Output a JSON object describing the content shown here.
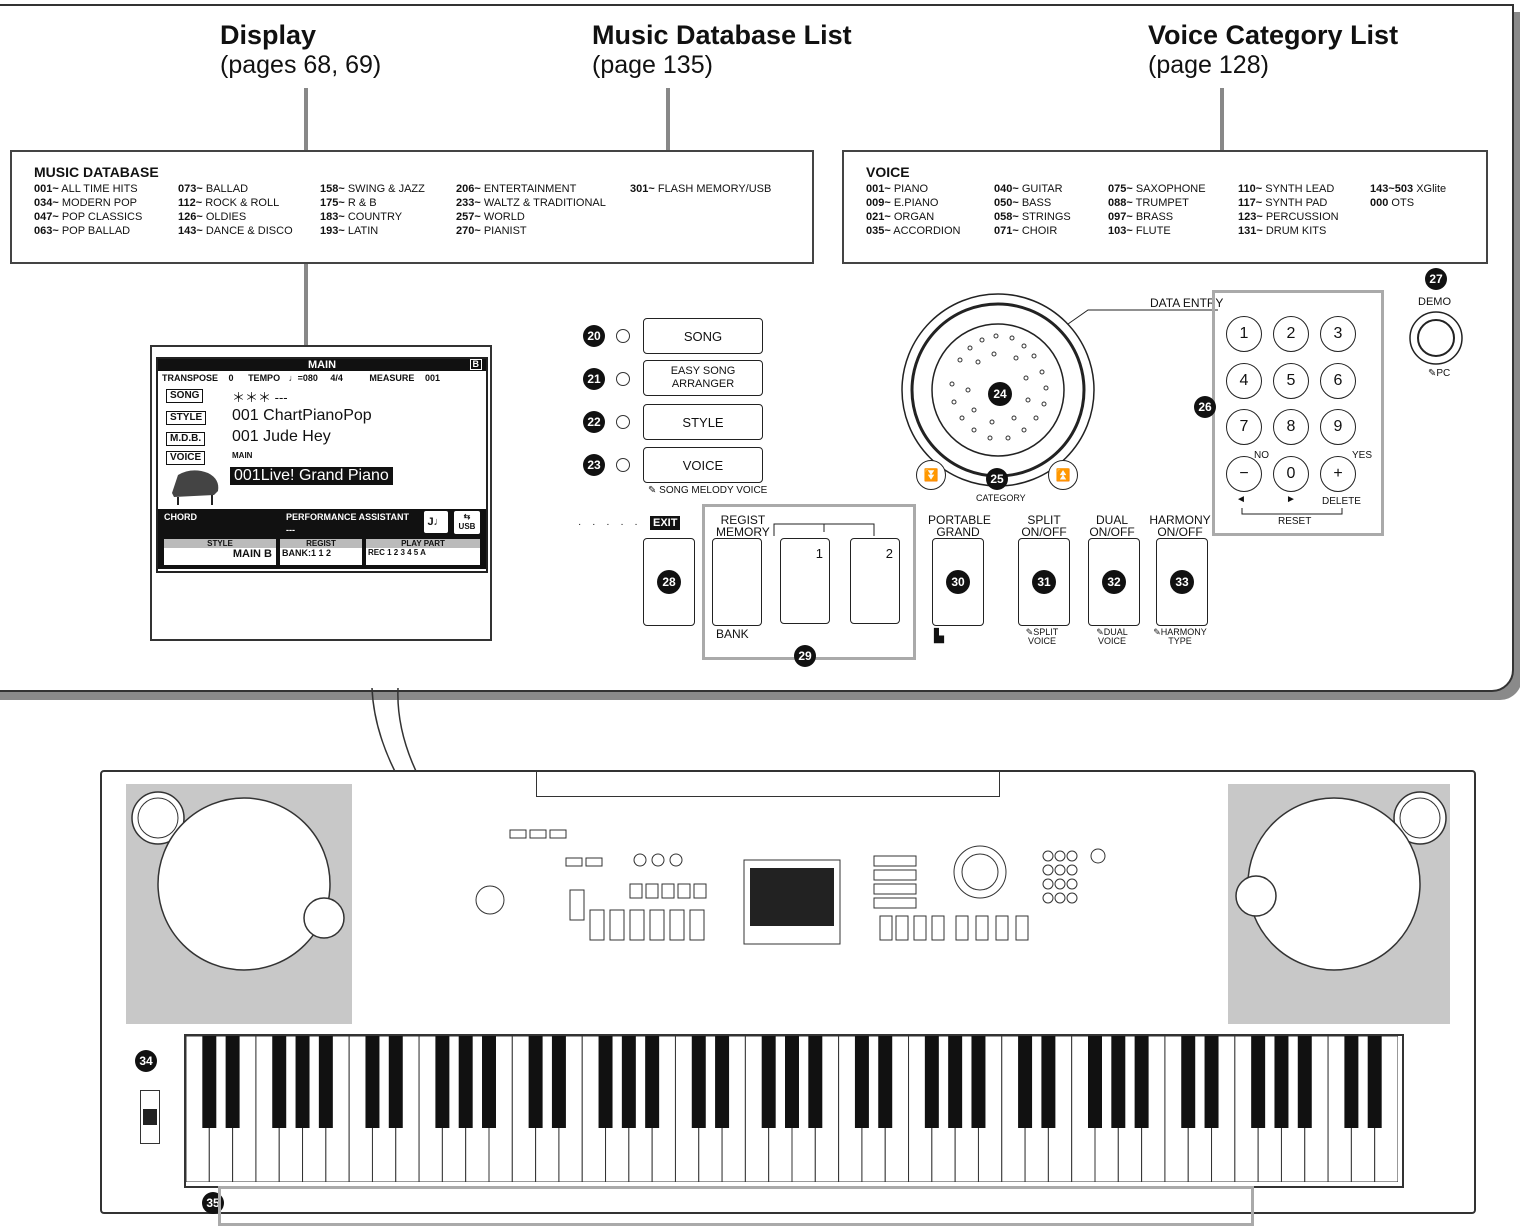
{
  "headers": {
    "display": {
      "title": "Display",
      "sub": "(pages 68, 69)"
    },
    "mdb": {
      "title": "Music Database List",
      "sub": "(page 135)"
    },
    "voice": {
      "title": "Voice Category List",
      "sub": "(page 128)"
    }
  },
  "music_database": {
    "heading": "MUSIC DATABASE",
    "items": [
      {
        "num": "001~",
        "label": "ALL TIME HITS"
      },
      {
        "num": "034~",
        "label": "MODERN POP"
      },
      {
        "num": "047~",
        "label": "POP CLASSICS"
      },
      {
        "num": "063~",
        "label": "POP BALLAD"
      },
      {
        "num": "073~",
        "label": "BALLAD"
      },
      {
        "num": "112~",
        "label": "ROCK & ROLL"
      },
      {
        "num": "126~",
        "label": "OLDIES"
      },
      {
        "num": "143~",
        "label": "DANCE & DISCO"
      },
      {
        "num": "158~",
        "label": "SWING & JAZZ"
      },
      {
        "num": "175~",
        "label": "R & B"
      },
      {
        "num": "183~",
        "label": "COUNTRY"
      },
      {
        "num": "193~",
        "label": "LATIN"
      },
      {
        "num": "206~",
        "label": "ENTERTAINMENT"
      },
      {
        "num": "233~",
        "label": "WALTZ & TRADITIONAL"
      },
      {
        "num": "257~",
        "label": "WORLD"
      },
      {
        "num": "270~",
        "label": "PIANIST"
      },
      {
        "num": "301~",
        "label": "FLASH MEMORY/USB"
      }
    ]
  },
  "voice_list": {
    "heading": "VOICE",
    "items": [
      {
        "num": "001~",
        "label": "PIANO"
      },
      {
        "num": "009~",
        "label": "E.PIANO"
      },
      {
        "num": "021~",
        "label": "ORGAN"
      },
      {
        "num": "035~",
        "label": "ACCORDION"
      },
      {
        "num": "040~",
        "label": "GUITAR"
      },
      {
        "num": "050~",
        "label": "BASS"
      },
      {
        "num": "058~",
        "label": "STRINGS"
      },
      {
        "num": "071~",
        "label": "CHOIR"
      },
      {
        "num": "075~",
        "label": "SAXOPHONE"
      },
      {
        "num": "088~",
        "label": "TRUMPET"
      },
      {
        "num": "097~",
        "label": "BRASS"
      },
      {
        "num": "103~",
        "label": "FLUTE"
      },
      {
        "num": "110~",
        "label": "SYNTH LEAD"
      },
      {
        "num": "117~",
        "label": "SYNTH PAD"
      },
      {
        "num": "123~",
        "label": "PERCUSSION"
      },
      {
        "num": "131~",
        "label": "DRUM KITS"
      },
      {
        "num": "143~503",
        "label": "XGlite"
      },
      {
        "num": "000",
        "label": "OTS"
      }
    ]
  },
  "lcd": {
    "title": "MAIN",
    "page_icon": "B",
    "transpose_label": "TRANSPOSE",
    "transpose_value": "0",
    "tempo_label": "TEMPO",
    "tempo_value": "♩=080",
    "time_sig": "4/4",
    "measure_label": "MEASURE",
    "measure_value": "001",
    "song_tag": "SONG",
    "song_value": "＊＊＊ ---",
    "style_tag": "STYLE",
    "style_value": "001 ChartPianoPop",
    "mdb_tag": "M.D.B.",
    "mdb_value": "001 Jude Hey",
    "voice_tag": "VOICE",
    "voice_sub": "MAIN",
    "voice_value": "001Live! Grand Piano",
    "chord_label": "CHORD",
    "pa_label": "PERFORMANCE ASSISTANT",
    "pa_value": "---",
    "usb_label": "USB",
    "style_footer_label": "STYLE",
    "style_footer_value": "MAIN B",
    "regist_label": "REGIST",
    "regist_value": "BANK:1  1  2",
    "play_part_label": "PLAY PART",
    "play_part_value": "REC 1 2 3 4 5 A"
  },
  "buttons": {
    "song": "SONG",
    "easy_song_1": "EASY SONG",
    "easy_song_2": "ARRANGER",
    "style": "STYLE",
    "voice": "VOICE",
    "song_melody_voice": "SONG MELODY VOICE",
    "exit": "EXIT",
    "regist_memory_1": "REGIST",
    "regist_memory_2": "MEMORY",
    "regist_1": "1",
    "regist_2": "2",
    "bank": "BANK",
    "portable_grand_1": "PORTABLE",
    "portable_grand_2": "GRAND",
    "split_1": "SPLIT",
    "split_2": "ON/OFF",
    "split_sub_1": "SPLIT",
    "split_sub_2": "VOICE",
    "dual_1": "DUAL",
    "dual_2": "ON/OFF",
    "dual_sub_1": "DUAL",
    "dual_sub_2": "VOICE",
    "harmony_1": "HARMONY",
    "harmony_2": "ON/OFF",
    "harmony_sub_1": "HARMONY",
    "harmony_sub_2": "TYPE",
    "data_entry": "DATA ENTRY",
    "category": "CATEGORY",
    "demo": "DEMO",
    "pc": "PC",
    "no": "NO",
    "yes": "YES",
    "delete": "DELETE",
    "reset": "RESET"
  },
  "numpad": [
    "1",
    "2",
    "3",
    "4",
    "5",
    "6",
    "7",
    "8",
    "9",
    "−",
    "0",
    "+"
  ],
  "callouts": {
    "n20": "20",
    "n21": "21",
    "n22": "22",
    "n23": "23",
    "n24": "24",
    "n25": "25",
    "n26": "26",
    "n27": "27",
    "n28": "28",
    "n29": "29",
    "n30": "30",
    "n31": "31",
    "n32": "32",
    "n33": "33",
    "n34": "34",
    "n35": "35"
  },
  "colors": {
    "ink": "#111111",
    "speaker_gray": "#c8c8c8",
    "shadow": "#8a8a8a"
  }
}
